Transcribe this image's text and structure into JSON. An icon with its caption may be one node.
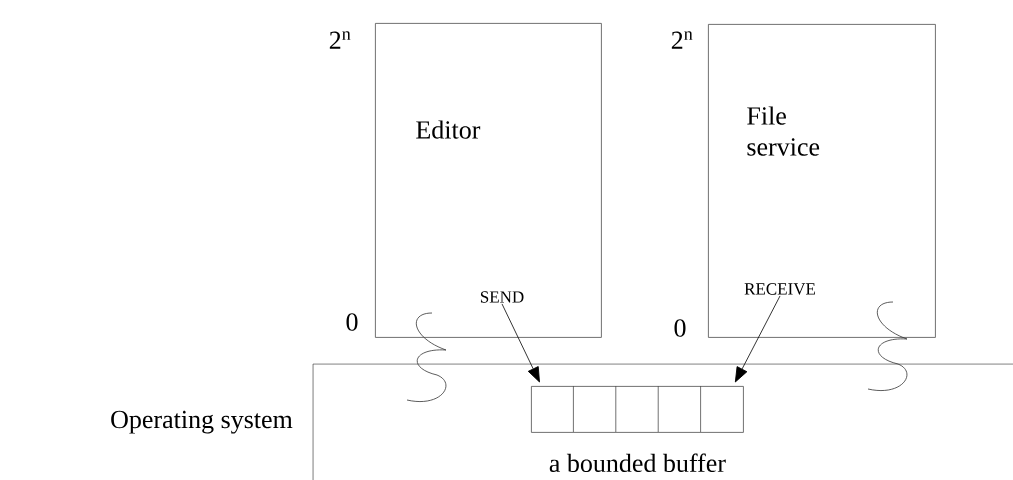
{
  "diagram": {
    "nodes": [
      {
        "text": [
          "Editor"
        ],
        "beside": [
          "2$^{n}$",
          "0"
        ]
      },
      {
        "text": [
          "File service"
        ],
        "beside": [
          "2$^{n}$",
          "0"
        ]
      },
      {
        "text": [
          "Operating system"
        ]
      },
      {
        "text": [],
        "shape": "box",
        "in": 2,
        "beside": [
          "a bounded buffer"
        ]
      },
      {
        "text": [
          "SEND"
        ],
        "in": 0
      },
      {
        "text": [
          "RECEIVE"
        ],
        "in": 1
      }
    ],
    "edges": [
      {
        "from": 4,
        "to": 3,
        "arrow": "to"
      },
      {
        "from": 5,
        "to": 3,
        "arrow": "to"
      }
    ]
  }
}
